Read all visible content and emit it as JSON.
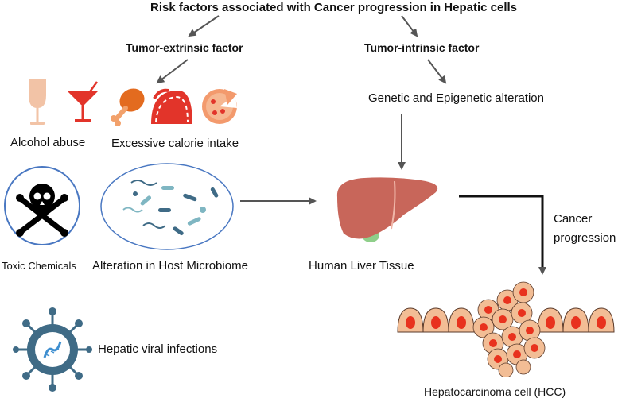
{
  "title": "Risk factors associated with Cancer progression in Hepatic cells",
  "extrinsic": {
    "heading": "Tumor-extrinsic factor",
    "alcohol_label": "Alcohol abuse",
    "calorie_label": "Excessive calorie intake",
    "toxic_label": "Toxic Chemicals",
    "microbiome_label": "Alteration in Host Microbiome",
    "viral_label": "Hepatic viral infections"
  },
  "intrinsic": {
    "heading": "Tumor-intrinsic factor",
    "alteration_label": "Genetic and Epigenetic alteration"
  },
  "liver": {
    "label": "Human Liver Tissue"
  },
  "progression": {
    "line1": "Cancer",
    "line2": "progression"
  },
  "hcc": {
    "label": "Hepatocarcinoma cell (HCC)"
  },
  "colors": {
    "food_red": "#e2342a",
    "food_orange": "#f39a6d",
    "wine": "#f2c3a6",
    "liver": "#c8665a",
    "gallbladder": "#8fcf8a",
    "circle_border": "#4a78c2",
    "virus": "#3f6b86",
    "cell_fill": "#f2bd95",
    "nucleus": "#e8321e",
    "arrow": "#555555"
  }
}
